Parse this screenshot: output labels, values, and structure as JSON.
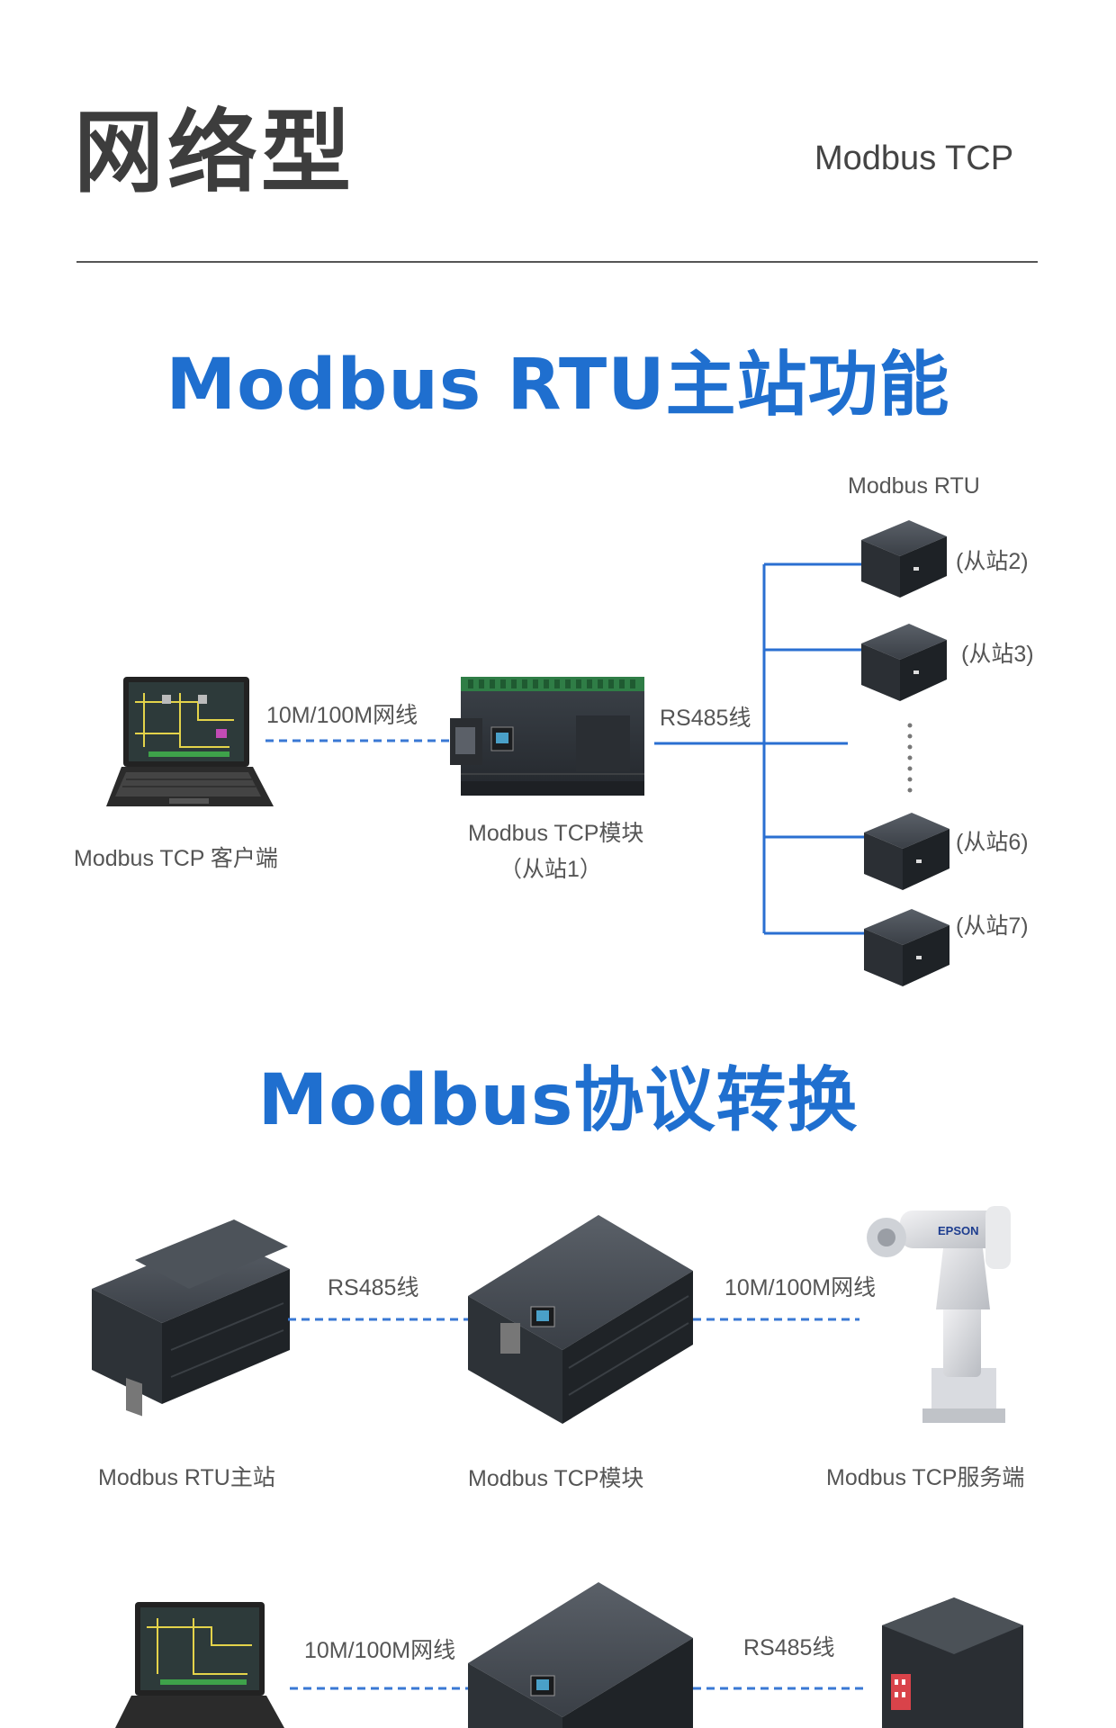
{
  "header": {
    "title": "网络型",
    "subtitle": "Modbus TCP"
  },
  "section1": {
    "title": "Modbus RTU主站功能",
    "client_label": "Modbus TCP 客户端",
    "network_label": "10M/100M网线",
    "module_label_line1": "Modbus TCP模块",
    "module_label_line2": "（从站1）",
    "rs485_label": "RS485线",
    "rtu_group_label": "Modbus RTU",
    "slaves": [
      "(从站2)",
      "(从站3)",
      "(从站6)",
      "(从站7)"
    ]
  },
  "section2": {
    "title": "Modbus协议转换",
    "left_label": "Modbus RTU主站",
    "middle_label": "Modbus TCP模块",
    "right_label": "Modbus TCP服务端",
    "link1_label": "RS485线",
    "link2_label": "10M/100M网线",
    "robot_brand": "EPSON"
  },
  "section3": {
    "link1_label": "10M/100M网线",
    "link2_label": "RS485线"
  },
  "colors": {
    "accent": "#1f6fcf",
    "line": "#2a6fd1",
    "dash": "#3a78d4"
  }
}
